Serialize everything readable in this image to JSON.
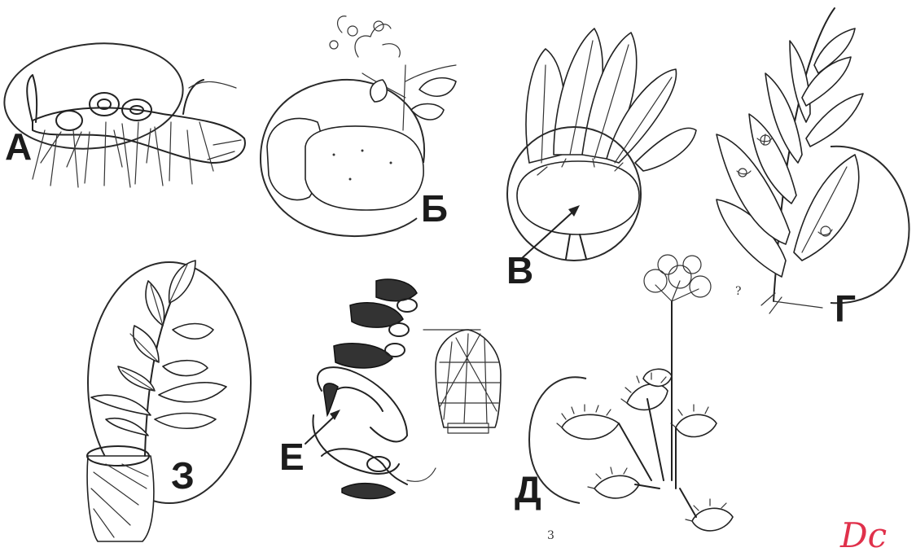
{
  "labels": {
    "a": "А",
    "b": "Б",
    "v": "В",
    "g": "Г",
    "d": "Д",
    "e": "Е",
    "z": "З"
  },
  "annotations": {
    "page_mark": "3",
    "handwritten_note": "Dc",
    "question_mark": "?"
  },
  "colors": {
    "ink": "#222222",
    "handwriting": "#e0314b",
    "background": "#ffffff"
  }
}
